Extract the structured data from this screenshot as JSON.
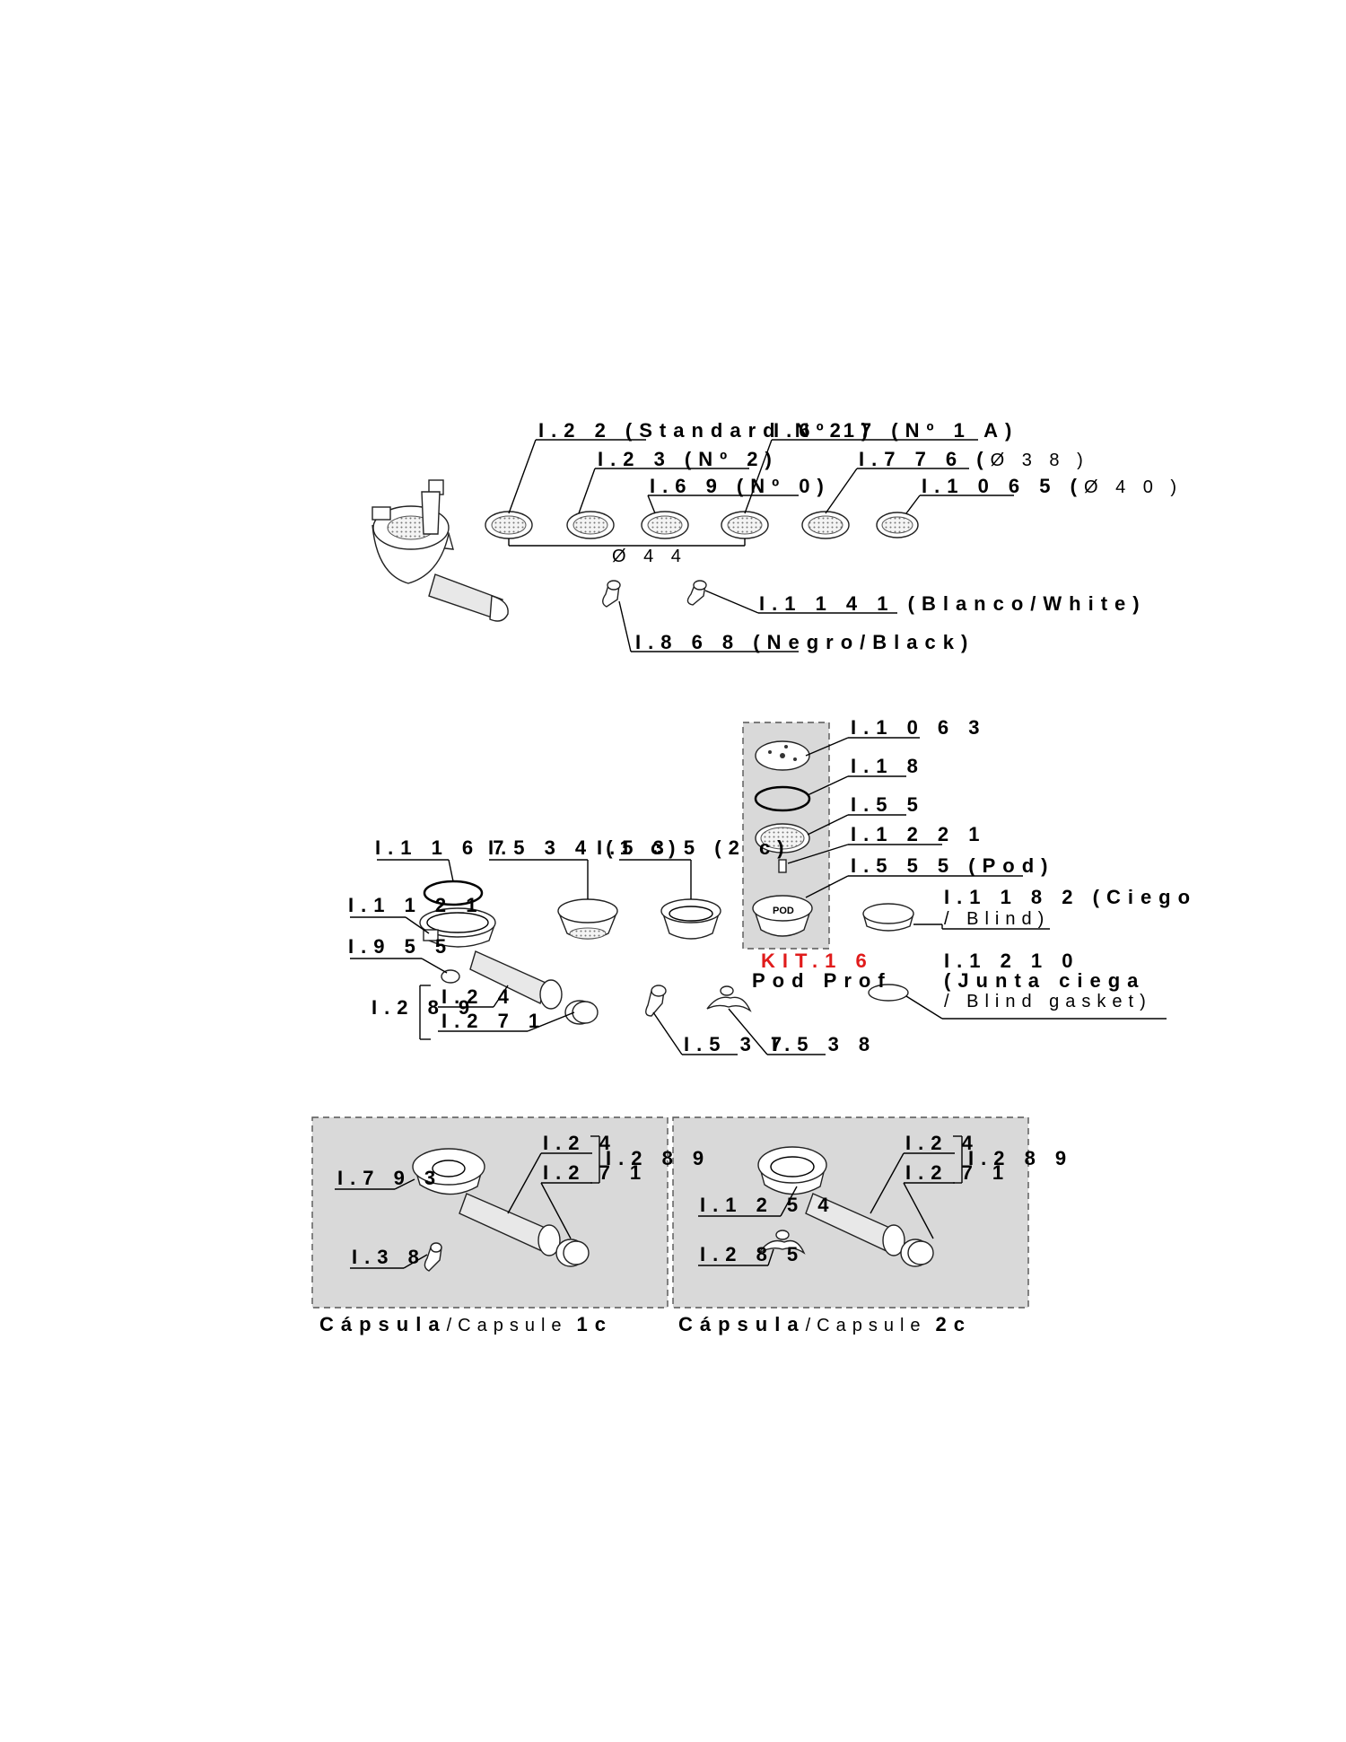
{
  "top": {
    "l_i22": "I.2 2 (Standard Nº 1)",
    "l_i627": "I.6 2 7 (Nº 1 A)",
    "l_i23": "I.2 3 (Nº 2)",
    "l_i69": "I.6 9 (Nº 0)",
    "l_i776_code": "I.7 7 6 (",
    "l_i776_dim": "Ø 3 8 )",
    "l_i1065_code": "I.1 0 6 5 (",
    "l_i1065_dim": "Ø 4 0 )",
    "l_dia44": "Ø 4 4",
    "l_i1141": "I.1 1 4 1 (Blanco/White)",
    "l_i868": "I.8 6 8 (Negro/Black)"
  },
  "middle": {
    "l_i1063": "I.1 0 6 3",
    "l_i18": "I.1 8",
    "l_i55": "I.5 5",
    "l_i1221": "I.1 2 2 1",
    "l_i555": "I.5 5 5 (Pod)",
    "pod_stamp": "POD",
    "l_i1167": "I.1 1 6 7",
    "l_i534": "I.5 3 4 (1 c)",
    "l_i535": "I.5 3 5 (2 c)",
    "l_i1121": "I.1 1 2 1",
    "l_i955": "I.9 5 5",
    "l_i24": "I.2 4",
    "l_i289": "I.2 8 9",
    "l_i271": "I.2 7 1",
    "l_i1182_a": "I.1 1 8 2 (Ciego",
    "l_i1182_b": "/ Blind)",
    "l_kit": "KIT.1 6",
    "l_podprof": "Pod Prof",
    "l_i1210_a": "I.1 2 1 0",
    "l_i1210_b": "(Junta ciega",
    "l_i1210_c": "/ Blind gasket)",
    "l_i537": "I.5 3 7",
    "l_i538": "I.5 3 8"
  },
  "bottom": {
    "left": {
      "l_i24": "I.2 4",
      "l_i271": "I.2 7 1",
      "l_i289": "I.2 8 9",
      "l_i793": "I.7 9 3",
      "l_i38": "I.3 8",
      "caption_bold": "Cápsula",
      "caption_light": "/Capsule",
      "caption_size": "1c"
    },
    "right": {
      "l_i24": "I.2 4",
      "l_i271": "I.2 7 1",
      "l_i289": "I.2 8 9",
      "l_i1254": "I.1 2 5 4",
      "l_i285": "I.2 8 5",
      "caption_bold": "Cápsula",
      "caption_light": "/Capsule",
      "caption_size": "2c"
    }
  },
  "colors": {
    "kit_label": "#e01b1b",
    "panel_fill": "#d9d9d9"
  }
}
